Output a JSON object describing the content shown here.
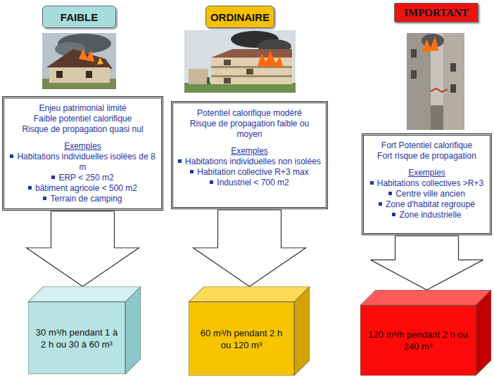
{
  "diagram": {
    "nodes": [
      {
        "text": [
          "FAIBLE"
        ]
      },
      {
        "text": [
          "ORDINAIRE"
        ]
      },
      {
        "text": [
          "IMPORTANT"
        ]
      },
      {
        "text": [
          "Enjeu patrimonial limité",
          "Faible potentiel calorifique",
          "Risque de propagation quasi nul",
          "Exemples",
          "Habitations individuelles isolées de 8 m",
          "ERP < 250 m2",
          "bâtiment agricole < 500 m2",
          "Terrain de camping"
        ]
      },
      {
        "text": [
          "Potentiel calorifique modéré",
          "Risque de propagation faible ou moyen",
          "Exemples",
          "Habitations individuelles non isolées",
          "Habitation collective R+3 max",
          "Industriel < 700 m2"
        ]
      },
      {
        "text": [
          "Fort Potentiel calorifique",
          "Fort risque de propagation",
          "Exemples",
          "Habitations collectives >R+3",
          "Centre ville ancien",
          "Zone d'habitat regroupé",
          "Zone industrielle"
        ]
      },
      {
        "text": [
          "30 m³/h pendant 1 à 2 h ou 30 à 60 m³"
        ]
      },
      {
        "text": [
          "60 m³/h pendant 2 h ou 120 m³"
        ]
      },
      {
        "text": [
          "120 m³/h pendant 2 h ou 240 m³"
        ]
      }
    ],
    "edges": [
      {
        "from": 3,
        "to": 6,
        "arrow": "to"
      },
      {
        "from": 4,
        "to": 7,
        "arrow": "to"
      },
      {
        "from": 5,
        "to": 8,
        "arrow": "to"
      }
    ]
  }
}
